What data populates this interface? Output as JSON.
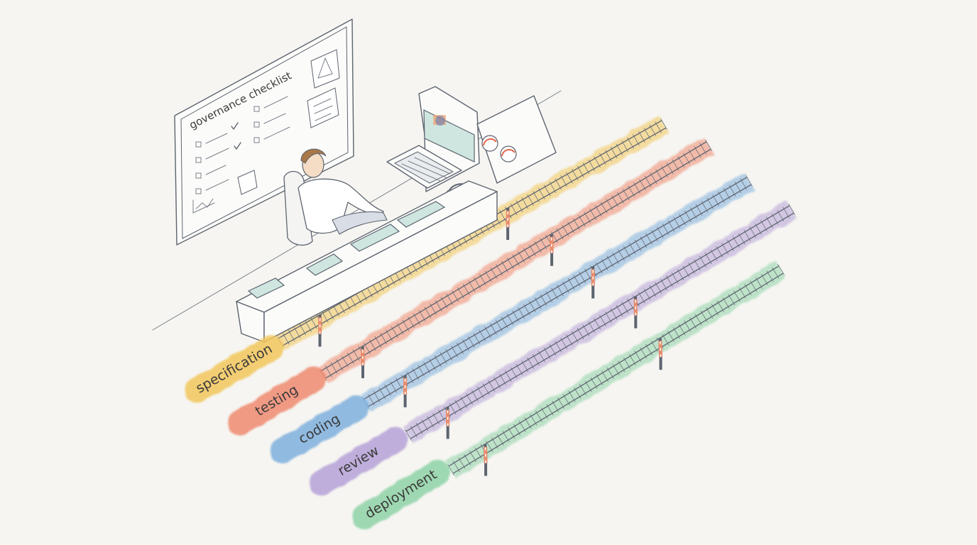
{
  "board": {
    "title": "governance checklist"
  },
  "tracks": [
    {
      "label": "specification",
      "color": "#f2c75c"
    },
    {
      "label": "testing",
      "color": "#ef8a70"
    },
    {
      "label": "coding",
      "color": "#7fb0de"
    },
    {
      "label": "review",
      "color": "#b6a2d8"
    },
    {
      "label": "deployment",
      "color": "#8fd3a8"
    }
  ],
  "icons": [
    "person-icon",
    "gauge-icon",
    "keyboard-icon",
    "headset-icon",
    "checkmark-icon",
    "sticky-note-icon"
  ]
}
